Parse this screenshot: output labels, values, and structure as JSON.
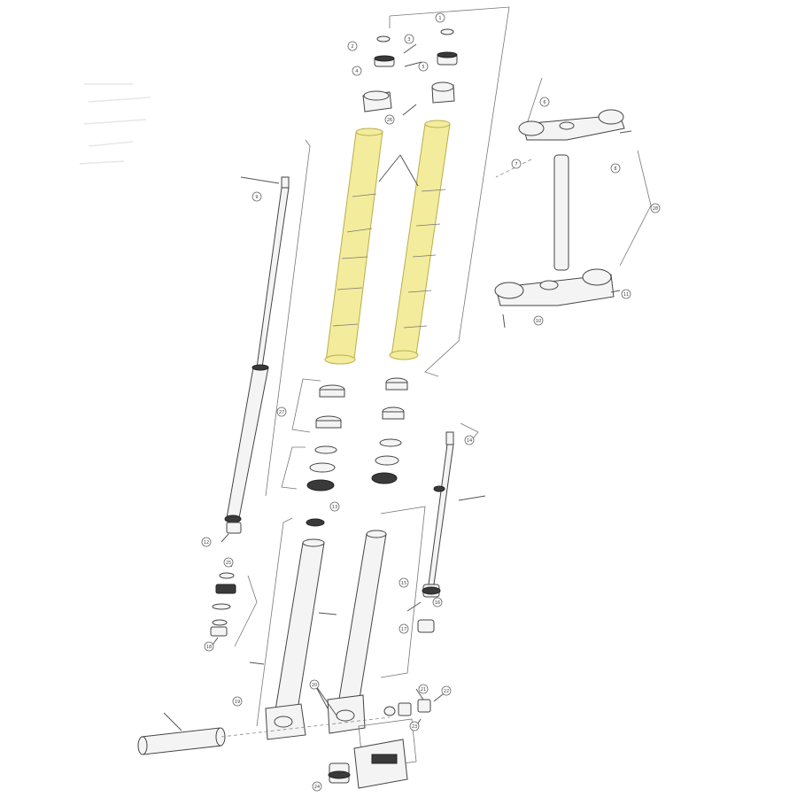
{
  "diagram": {
    "highlight_color": "#f3ec9c",
    "outline_color": "#444444",
    "callouts": [
      {
        "id": "c1",
        "label": "1"
      },
      {
        "id": "c2",
        "label": "2"
      },
      {
        "id": "c3",
        "label": "3"
      },
      {
        "id": "c4",
        "label": "4"
      },
      {
        "id": "c5",
        "label": "5"
      },
      {
        "id": "c6",
        "label": "6"
      },
      {
        "id": "c7",
        "label": "7"
      },
      {
        "id": "c8",
        "label": "8"
      },
      {
        "id": "c9",
        "label": "9"
      },
      {
        "id": "c10",
        "label": "10"
      },
      {
        "id": "c11",
        "label": "11"
      },
      {
        "id": "c12",
        "label": "12"
      },
      {
        "id": "c13",
        "label": "13"
      },
      {
        "id": "c14",
        "label": "14"
      },
      {
        "id": "c15",
        "label": "15"
      },
      {
        "id": "c16",
        "label": "16"
      },
      {
        "id": "c17",
        "label": "17"
      },
      {
        "id": "c18",
        "label": "18"
      },
      {
        "id": "c19",
        "label": "19"
      },
      {
        "id": "c20",
        "label": "20"
      },
      {
        "id": "c21",
        "label": "21"
      },
      {
        "id": "c22",
        "label": "22"
      },
      {
        "id": "c23",
        "label": "23"
      },
      {
        "id": "c24",
        "label": "24"
      },
      {
        "id": "c25",
        "label": "25"
      },
      {
        "id": "c26",
        "label": "26"
      },
      {
        "id": "c27",
        "label": "27"
      },
      {
        "id": "c28",
        "label": "28"
      }
    ]
  }
}
